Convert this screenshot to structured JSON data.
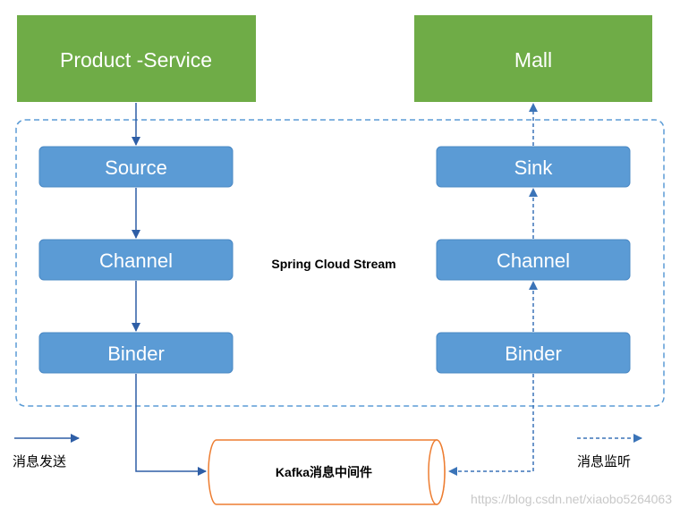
{
  "colors": {
    "green": "#6fac47",
    "blue_box": "#5b9bd5",
    "blue_box_border": "#4a88c4",
    "arrow_solid": "#2e5ea6",
    "arrow_dashed": "#3b74b8",
    "cylinder_border": "#ed7d31",
    "dashed_frame": "#5b9bd5"
  },
  "producer": {
    "service_label": "Product -Service",
    "source_label": "Source",
    "channel_label": "Channel",
    "binder_label": "Binder"
  },
  "consumer": {
    "service_label": "Mall",
    "sink_label": "Sink",
    "channel_label": "Channel",
    "binder_label": "Binder"
  },
  "frame_label": "Spring Cloud Stream",
  "middleware_label": "Kafka消息中间件",
  "legend": {
    "send_label": "消息发送",
    "listen_label": "消息监听"
  },
  "watermark": "https://blog.csdn.net/xiaobo5264063"
}
